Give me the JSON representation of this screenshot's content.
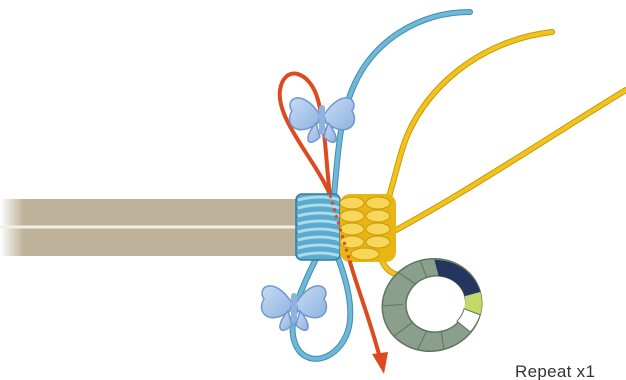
{
  "caption": "Repeat x1",
  "colors": {
    "background": "#ffffff",
    "pole": "#bdb299",
    "pole_stripe": "#f3efe6",
    "blue_cord": "#6fb8d8",
    "blue_cord_dark": "#3f8db2",
    "yellow_cord": "#f2c31c",
    "yellow_cord_dark": "#c99a09",
    "red_cord": "#de4a1f",
    "bead": "#a9c8ec",
    "bead_dark": "#6f97cc",
    "ring": "#8aa08c",
    "ring_dark": "#5f7562",
    "ring_accent_navy": "#24365e",
    "ring_accent_green": "#c5d96a"
  },
  "icons": [
    "butterfly-bead",
    "butterfly-bead",
    "split-ring",
    "arrow-head"
  ]
}
